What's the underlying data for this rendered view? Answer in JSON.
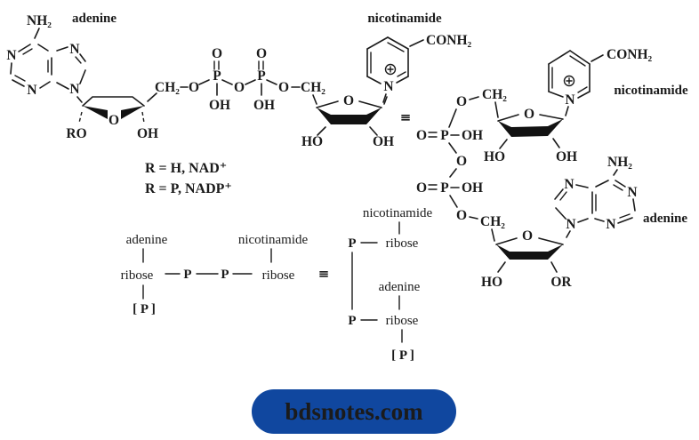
{
  "atoms": {
    "nh2": "NH₂",
    "n": "N",
    "o": "O",
    "p": "P",
    "oh": "OH",
    "ho": "HO",
    "ro": "RO",
    "or": "OR",
    "ch2": "CH₂",
    "conh2": "CONH₂",
    "equiv": "≡"
  },
  "labels": {
    "adenine": "adenine",
    "nicotinamide": "nicotinamide"
  },
  "legend": {
    "nad": "R = H,  NAD⁺",
    "nadp": "R = P,  NADP⁺"
  },
  "schematic": {
    "adenine": "adenine",
    "nicotinamide": "nicotinamide",
    "ribose": "ribose",
    "p": "P",
    "bracketed_p": "[ P ]"
  },
  "badge": {
    "text": "bdsnotes.com",
    "bg_color": "#10479f",
    "text_color": "#ffffff"
  },
  "colors": {
    "ink": "#1b1b1b",
    "background": "#ffffff"
  }
}
